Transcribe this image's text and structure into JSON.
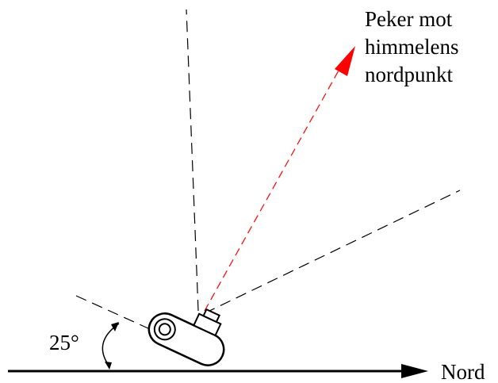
{
  "angle_label": "25°",
  "north_label": "Nord",
  "pointer_label": [
    "Peker mot",
    "himmelens",
    "nordpunkt"
  ],
  "tilt_angle_deg": 25,
  "colors": {
    "lines": "#000000",
    "pointer": "#ff0000",
    "background": "#ffffff"
  }
}
